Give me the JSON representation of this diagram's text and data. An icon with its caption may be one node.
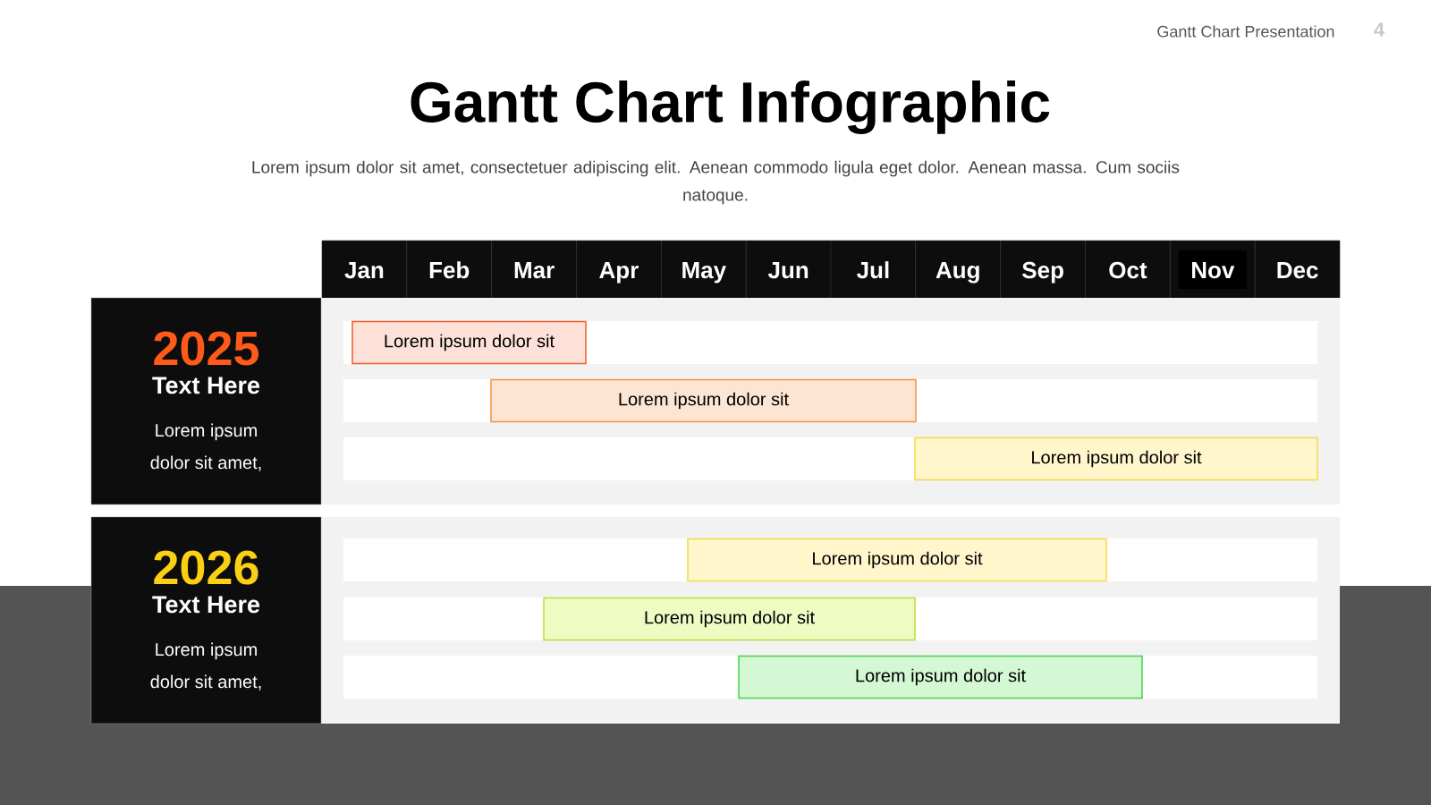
{
  "diagram": {
    "title": "Gantt Chart Infographic",
    "nodes": [
      {
        "text": [
          "2025",
          "Text Here",
          "Lorem ipsum dolor sit amet,"
        ]
      },
      {
        "text": [
          "2026",
          "Text Here",
          "Lorem ipsum dolor sit amet,"
        ]
      },
      {
        "text": [
          "Lorem ipsum dolor sit"
        ]
      },
      {
        "text": [
          "Lorem ipsum dolor sit"
        ]
      },
      {
        "text": [
          "Lorem ipsum dolor sit"
        ]
      },
      {
        "text": [
          "Lorem ipsum dolor sit"
        ]
      },
      {
        "text": [
          "Lorem ipsum dolor sit"
        ]
      },
      {
        "text": [
          "Lorem ipsum dolor sit"
        ]
      }
    ],
    "labels": [
      "Gantt Chart Presentation",
      "4",
      "Lorem ipsum dolor sit amet, consectetuer adipiscing elit. Aenean commodo ligula eget dolor. Aenean massa. Cum sociis natoque.",
      "Jan",
      "Feb",
      "Mar",
      "Apr",
      "May",
      "Jun",
      "Jul",
      "Aug",
      "Sep",
      "Oct",
      "Nov",
      "Dec"
    ]
  }
}
